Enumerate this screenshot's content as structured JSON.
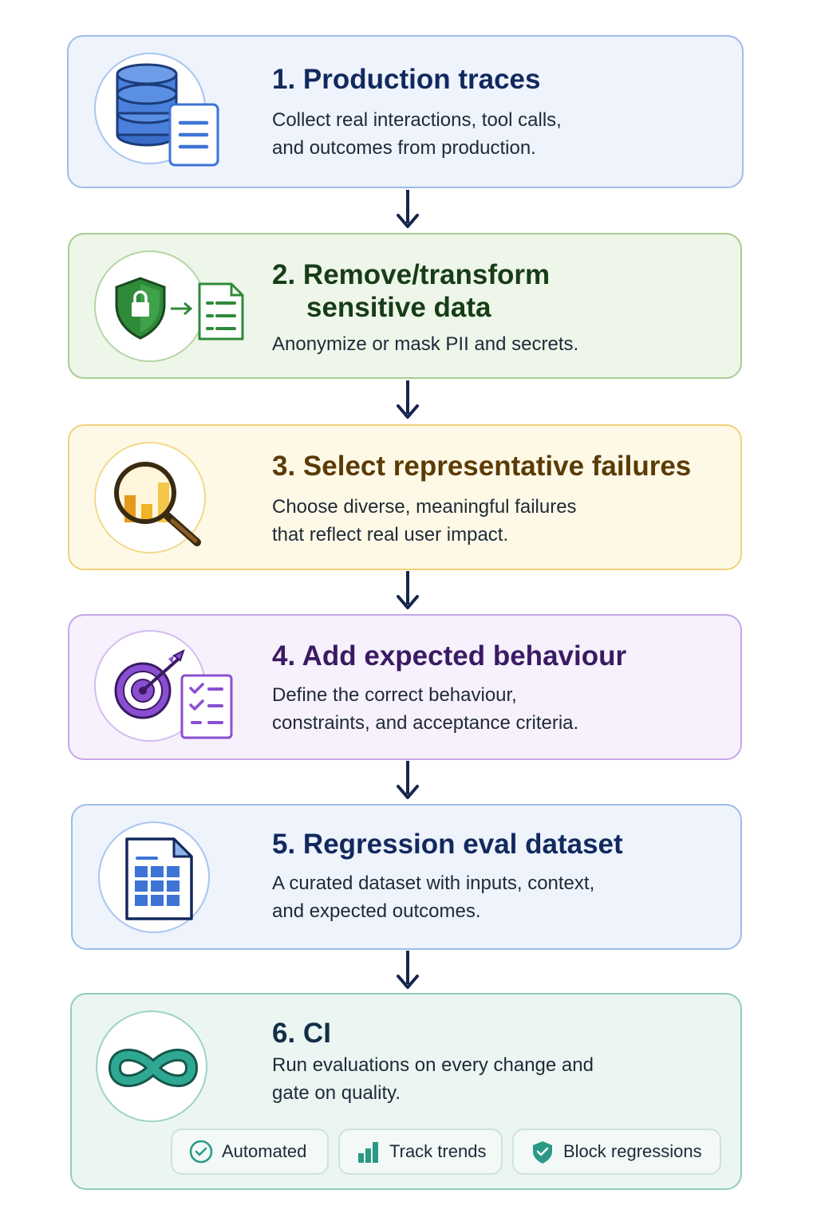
{
  "steps": [
    {
      "title": "1. Production traces",
      "desc": [
        "Collect real interactions, tool calls,",
        "and outcomes from production."
      ],
      "icon": "database-document-icon",
      "accent": "#3d74d6"
    },
    {
      "title": [
        "2. Remove/transform",
        "sensitive data"
      ],
      "desc": [
        "Anonymize or mask PII and secrets."
      ],
      "icon": "shield-lock-to-document-icon",
      "accent": "#2f8a3a"
    },
    {
      "title": "3. Select representative failures",
      "desc": [
        "Choose diverse, meaningful failures",
        "that reflect real user impact."
      ],
      "icon": "magnifier-bar-chart-icon",
      "accent": "#e5a21d"
    },
    {
      "title": "4. Add expected behaviour",
      "desc": [
        "Define the correct behaviour,",
        "constraints, and acceptance criteria."
      ],
      "icon": "target-checklist-icon",
      "accent": "#8a4fd1"
    },
    {
      "title": "5. Regression eval dataset",
      "desc": [
        "A curated dataset with inputs, context,",
        "and expected outcomes."
      ],
      "icon": "spreadsheet-file-icon",
      "accent": "#3d74d6"
    },
    {
      "title": "6. CI",
      "desc": [
        "Run evaluations on every change and",
        "gate on quality."
      ],
      "icon": "infinity-icon",
      "accent": "#2a9a86",
      "chips": [
        {
          "label": "Automated",
          "icon": "check-circle-icon"
        },
        {
          "label": "Track trends",
          "icon": "bar-chart-icon"
        },
        {
          "label": "Block regressions",
          "icon": "shield-check-icon"
        }
      ]
    }
  ],
  "colors": {
    "arrow": "#15264d",
    "blue": "#3d74d6",
    "green": "#2f8a3a",
    "amber": "#e5a21d",
    "purple": "#8a4fd1",
    "teal": "#2a9a86"
  }
}
